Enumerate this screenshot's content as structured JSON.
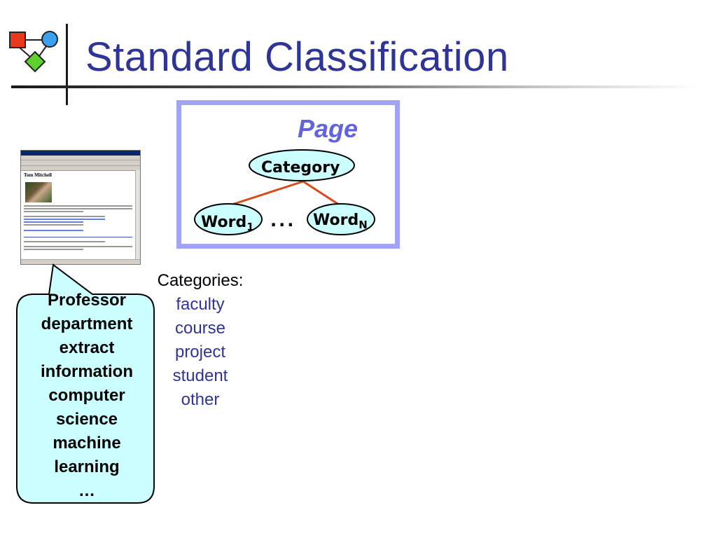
{
  "slide": {
    "title": "Standard Classification"
  },
  "diagram": {
    "page_label": "Page",
    "category_node": "Category",
    "word1": {
      "base": "Word",
      "sub": "1"
    },
    "dots": "...",
    "wordn": {
      "base": "Word",
      "sub": "N"
    },
    "colors": {
      "border": "#a3a3f5",
      "edge": "#d84a1a",
      "page_label": "#6363e0"
    }
  },
  "thumbnail": {
    "heading": "Tom Mitchell"
  },
  "callout": {
    "lines": [
      "Professor",
      "department",
      "extract",
      "information",
      "computer",
      "science",
      "machine",
      "learning",
      "…"
    ],
    "fill": "#ccffff"
  },
  "categories": {
    "label": "Categories:",
    "items": [
      "faculty",
      "course",
      "project",
      "student",
      "other"
    ]
  }
}
